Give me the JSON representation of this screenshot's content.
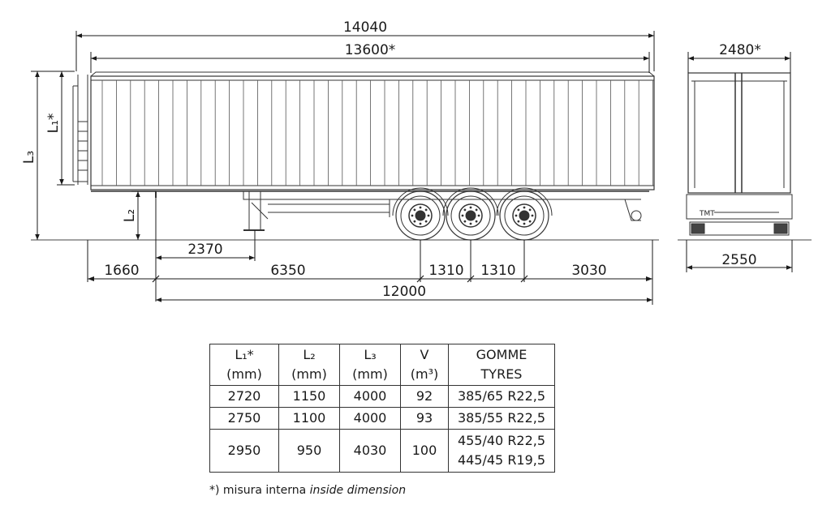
{
  "dimensions": {
    "overall_length": "14040",
    "internal_length": "13600*",
    "internal_width": "2480*",
    "overall_width": "2550",
    "kingpin_to_leg": "2370",
    "front_overhang": "1660",
    "kingpin_to_axle": "6350",
    "axle_spacing_1": "1310",
    "axle_spacing_2": "1310",
    "rear_overhang": "3030",
    "wheelbase_total": "12000"
  },
  "labels": {
    "l1_star": "L₁*",
    "l2": "L₂",
    "l3": "L₃"
  },
  "table": {
    "headers": [
      {
        "line1": "L₁*",
        "line2": "(mm)"
      },
      {
        "line1": "L₂",
        "line2": "(mm)"
      },
      {
        "line1": "L₃",
        "line2": "(mm)"
      },
      {
        "line1": "V",
        "line2": "(m³)"
      },
      {
        "line1": "GOMME",
        "line2": "TYRES"
      }
    ],
    "rows": [
      {
        "l1": "2720",
        "l2": "1150",
        "l3": "4000",
        "v": "92",
        "tyres": [
          "385/65 R22,5"
        ]
      },
      {
        "l1": "2750",
        "l2": "1100",
        "l3": "4000",
        "v": "93",
        "tyres": [
          "385/55 R22,5"
        ]
      },
      {
        "l1": "2950",
        "l2": "950",
        "l3": "4030",
        "v": "100",
        "tyres": [
          "455/40 R22,5",
          "445/45 R19,5"
        ]
      }
    ]
  },
  "footnote": {
    "prefix": "*) misura interna ",
    "italic": "inside dimension"
  },
  "side_plate": "TMT"
}
